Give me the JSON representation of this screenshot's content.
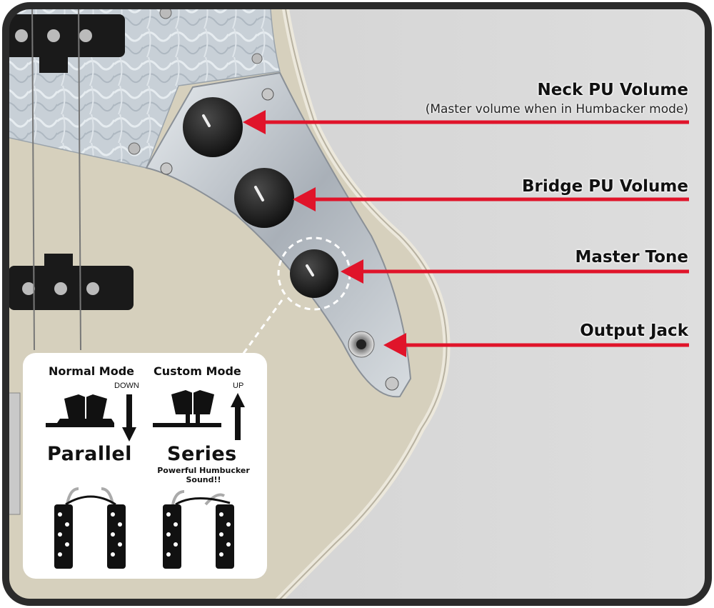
{
  "callouts": {
    "neck_volume": "Neck PU Volume",
    "neck_volume_note": "(Master volume when in Humbacker mode)",
    "bridge_volume": "Bridge PU Volume",
    "master_tone": "Master Tone",
    "output_jack": "Output Jack"
  },
  "modes": {
    "normal": {
      "title": "Normal Mode",
      "direction": "DOWN",
      "wiring": "Parallel"
    },
    "custom": {
      "title": "Custom Mode",
      "direction": "UP",
      "wiring": "Series",
      "description_line1": "Powerful Humbucker",
      "description_line2": "Sound!!"
    }
  },
  "colors": {
    "arrow": "#e0142a",
    "body": "#d6d0bd",
    "plate": "#b9bfc6",
    "pickguard": "#c9d1d8",
    "frame": "#2b2b2b"
  }
}
